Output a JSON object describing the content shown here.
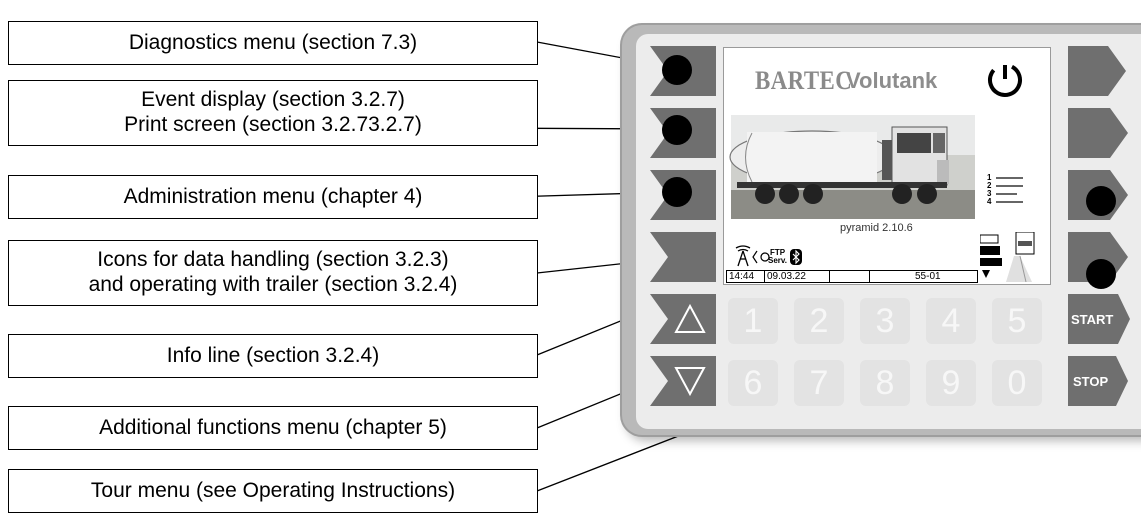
{
  "callouts": [
    {
      "id": "diagnostics",
      "lines": [
        "Diagnostics menu (section 7.3)"
      ]
    },
    {
      "id": "event-display",
      "lines": [
        "Event display (section 3.2.7)",
        "Print screen (section 3.2.73.2.7)"
      ]
    },
    {
      "id": "administration",
      "lines": [
        "Administration menu (chapter 4)"
      ]
    },
    {
      "id": "icons",
      "lines": [
        "Icons for data handling (section 3.2.3)",
        "and operating with trailer (section 3.2.4)"
      ]
    },
    {
      "id": "info-line",
      "lines": [
        "Info line (section 3.2.4)"
      ]
    },
    {
      "id": "additional",
      "lines": [
        "Additional functions menu (chapter 5)"
      ]
    },
    {
      "id": "tour",
      "lines": [
        "Tour menu (see Operating Instructions)"
      ]
    }
  ],
  "device": {
    "brand": "BARTEC",
    "product": "Volutank",
    "version": "pyramid 2.10.6",
    "info_line": {
      "time": "14:44",
      "date": "09.03.22",
      "code": "55-01"
    },
    "ftp_label": "FTP",
    "serv_label": "Serv.",
    "list_numbers": [
      "1",
      "2",
      "3",
      "4"
    ],
    "number_keys": [
      "1",
      "2",
      "3",
      "4",
      "5",
      "6",
      "7",
      "8",
      "9",
      "0"
    ],
    "start_label": "START",
    "stop_label": "STOP"
  },
  "colors": {
    "softkey": "#6f6f6f",
    "screen_border": "#9a9a9a",
    "device_body": "#b9b9b9",
    "panel": "#ececec"
  },
  "icons": [
    "power-icon",
    "up-arrow-icon",
    "down-arrow-icon",
    "antenna-icon",
    "bluetooth-icon",
    "truck-icon",
    "trailer-icon"
  ]
}
